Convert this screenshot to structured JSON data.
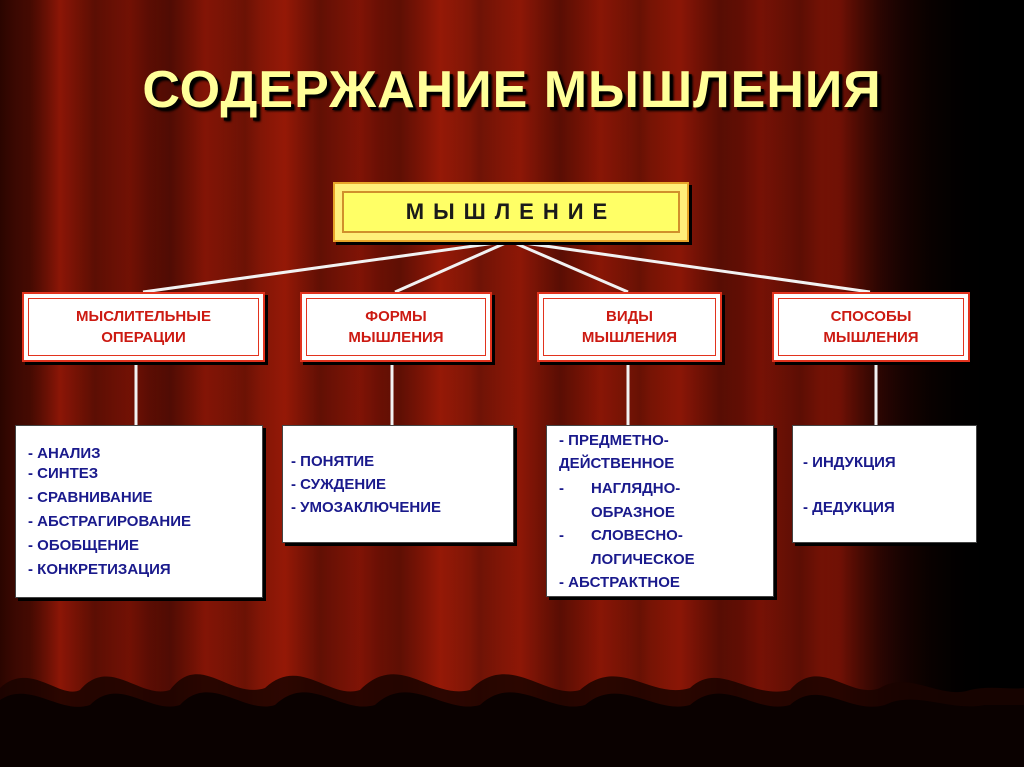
{
  "title": "СОДЕРЖАНИЕ  МЫШЛЕНИЯ",
  "root": "МЫШЛЕНИЕ",
  "colors": {
    "title": "#ffff99",
    "root_fill": "#ffff66",
    "category_text": "#cc1a12",
    "item_text": "#1a1a8c",
    "curtain": "#8c1606"
  },
  "categories": [
    {
      "label": "МЫСЛИТЕЛЬНЫЕ\nОПЕРАЦИИ",
      "items": [
        "- АНАЛИЗ",
        "- СИНТЕЗ",
        "- СРАВНИВАНИЕ",
        "- АБСТРАГИРОВАНИЕ",
        "- ОБОБЩЕНИЕ",
        "- КОНКРЕТИЗАЦИЯ"
      ]
    },
    {
      "label": "ФОРМЫ\nМЫШЛЕНИЯ",
      "items": [
        "- ПОНЯТИЕ",
        "- СУЖДЕНИЕ",
        "- УМОЗАКЛЮЧЕНИЕ"
      ]
    },
    {
      "label": "ВИДЫ\nМЫШЛЕНИЯ",
      "items": [
        "- ПРЕДМЕТНО-",
        "ДЕЙСТВЕННОЕ",
        "-",
        "НАГЛЯДНО-",
        "ОБРАЗНОЕ",
        "-",
        "СЛОВЕСНО-",
        "ЛОГИЧЕСКОЕ",
        "-  АБСТРАКТНОЕ"
      ]
    },
    {
      "label": "СПОСОБЫ\nМЫШЛЕНИЯ",
      "items": [
        "- ИНДУКЦИЯ",
        "- ДЕДУКЦИЯ"
      ]
    }
  ]
}
